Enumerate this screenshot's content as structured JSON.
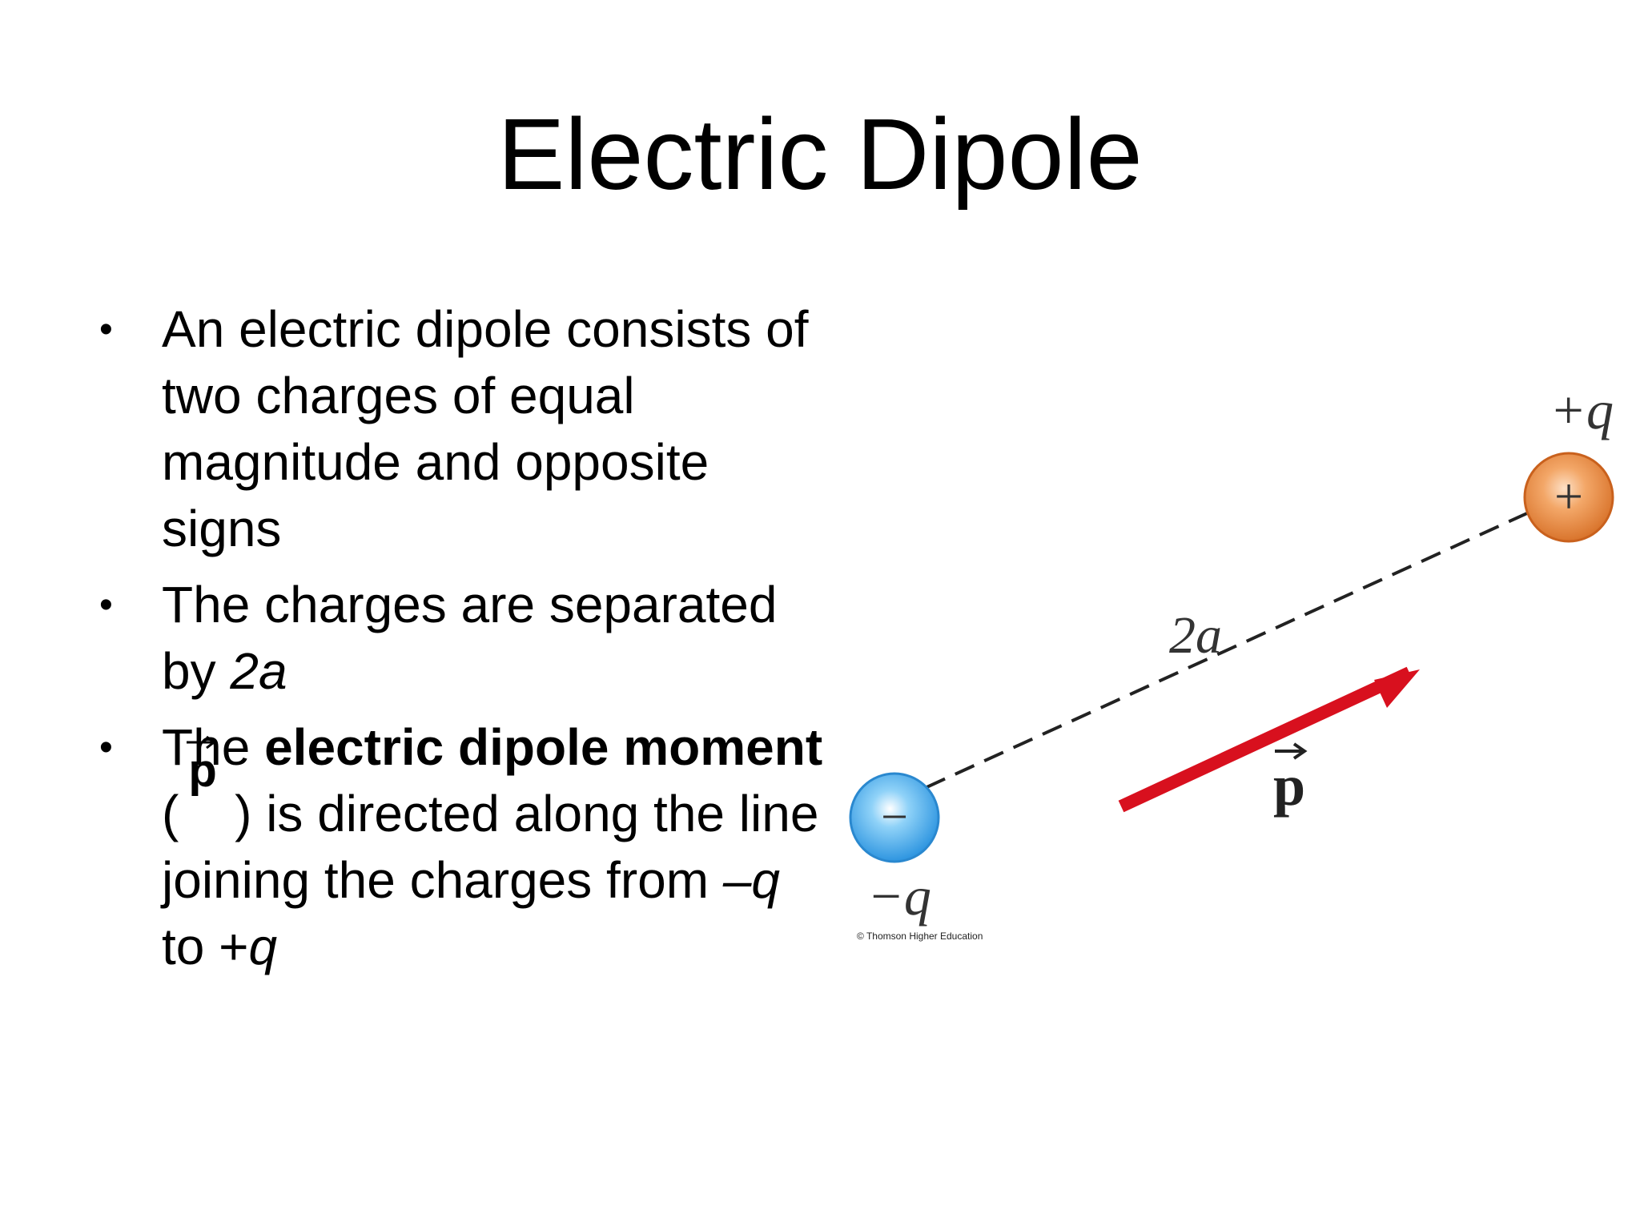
{
  "slide": {
    "title": "Electric Dipole"
  },
  "bullets": {
    "b1": "An electric dipole consists of two charges of equal magnitude and opposite signs",
    "b2_text": "The charges are separated by ",
    "b2_var": "2a",
    "b3_pre": "The ",
    "b3_bold": "electric dipole moment",
    "b3_open": " (",
    "b3_vec": "p",
    "b3_after": " ) is directed along the line joining the charges from ",
    "b3_neg": "–q",
    "b3_to": " to +",
    "b3_pos": "q"
  },
  "diagram": {
    "positive_label": "+q",
    "positive_sign": "+",
    "negative_label": "−q",
    "negative_sign": "−",
    "separation_label": "2a",
    "vector_label": "p",
    "credit": "© Thomson Higher Education",
    "colors": {
      "positive_charge": "#e8843a",
      "negative_charge": "#3aa7ec",
      "dipole_arrow": "#d8101e",
      "dashed_line": "#222222"
    }
  }
}
